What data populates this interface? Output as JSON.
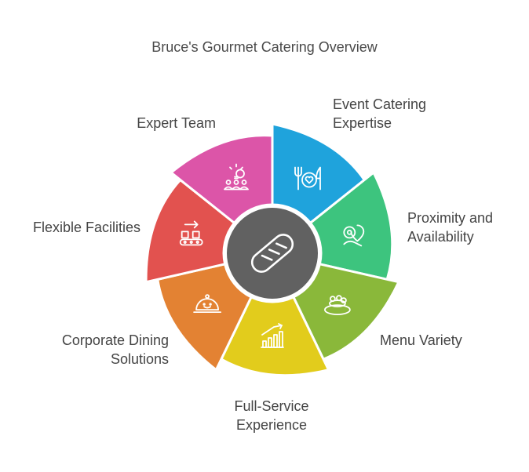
{
  "title": "Bruce's Gourmet Catering Overview",
  "center": {
    "icon": "bread-icon",
    "color": "#616161"
  },
  "segments": [
    {
      "id": "event-catering",
      "line1": "Event Catering",
      "line2": "Expertise",
      "color": "#1fa3dc",
      "icon": "dining-icon"
    },
    {
      "id": "proximity",
      "line1": "Proximity and",
      "line2": "Availability",
      "color": "#3dc47e",
      "icon": "location-gear-icon"
    },
    {
      "id": "menu-variety",
      "line1": "Menu Variety",
      "line2": "",
      "color": "#8ab83a",
      "icon": "dishes-icon"
    },
    {
      "id": "full-service",
      "line1": "Full-Service",
      "line2": "Experience",
      "color": "#e2cc1c",
      "icon": "growth-chart-icon"
    },
    {
      "id": "corporate-dining",
      "line1": "Corporate Dining",
      "line2": "Solutions",
      "color": "#e38233",
      "icon": "cloche-icon"
    },
    {
      "id": "flexible-facilities",
      "line1": "Flexible Facilities",
      "line2": "",
      "color": "#e2524f",
      "icon": "conveyor-icon"
    },
    {
      "id": "expert-team",
      "line1": "Expert Team",
      "line2": "",
      "color": "#dc55a8",
      "icon": "team-idea-icon"
    }
  ]
}
